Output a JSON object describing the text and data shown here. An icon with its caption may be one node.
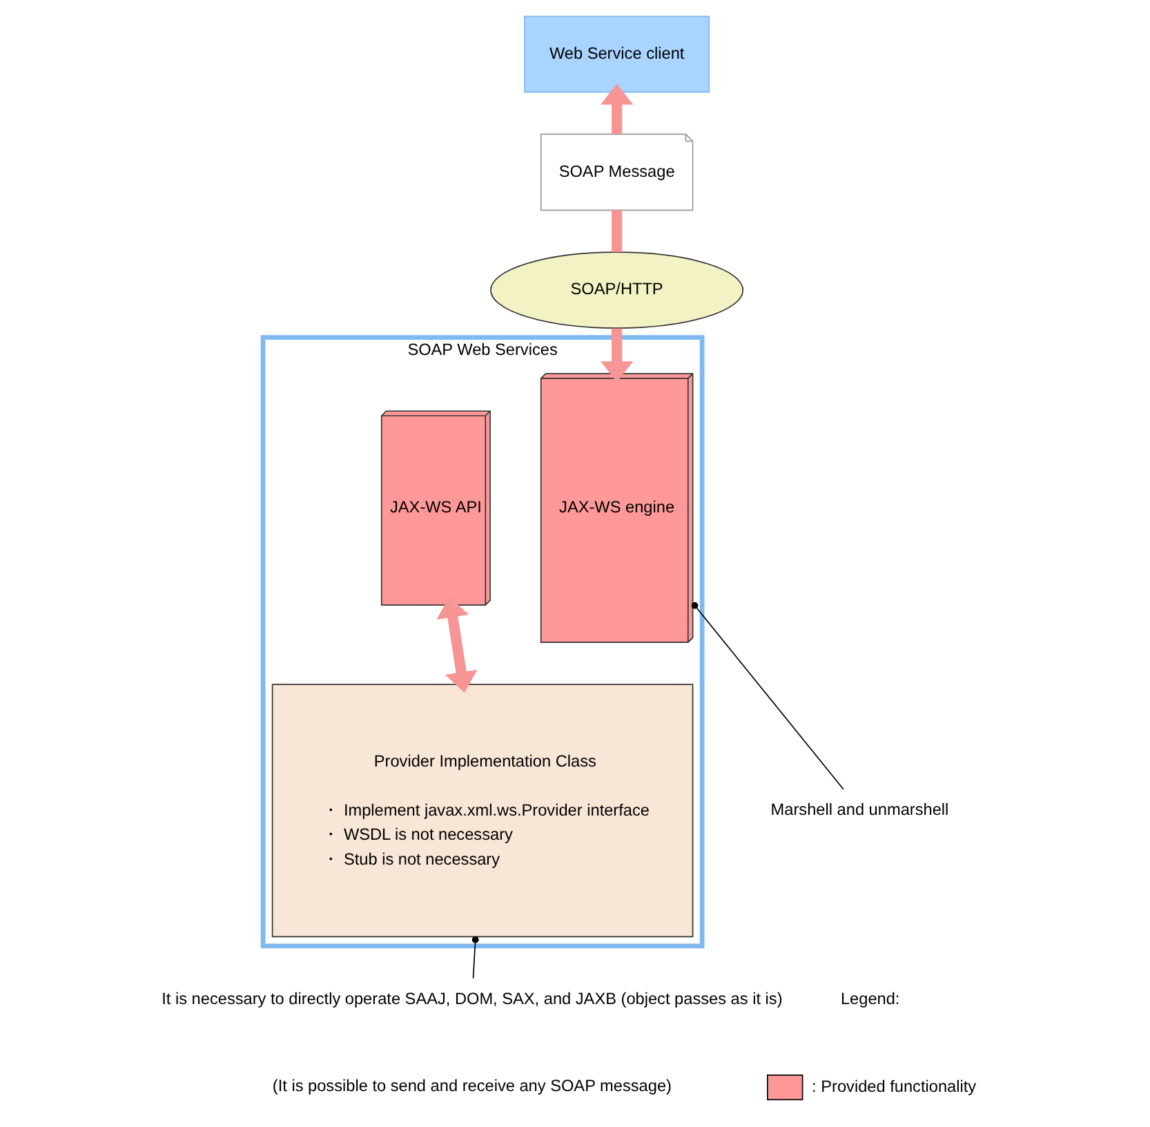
{
  "diagram": {
    "nodes": [
      {
        "text": [
          "Web Service client"
        ]
      },
      {
        "text": [
          "SOAP Message"
        ]
      },
      {
        "text": [
          "SOAP/HTTP"
        ]
      },
      {
        "text": [
          "SOAP Web Services"
        ]
      },
      {
        "text": [
          "JAX-WS engine"
        ],
        "in": 3
      },
      {
        "text": [
          "JAX-WS API"
        ],
        "in": 3
      },
      {
        "text": [
          "Provider Implementation Class",
          "・ Implement javax.xml.ws.Provider interface",
          "・ WSDL is not necessary",
          "・ Stub is not necessary"
        ],
        "in": 3
      },
      {
        "text": [
          "Marshell and unmarshell"
        ]
      },
      {
        "text": [
          "It is necessary to directly operate SAAJ, DOM, SAX, and JAXB (object passes as it is)"
        ]
      }
    ],
    "edges": [
      {
        "from": 1,
        "to": 0,
        "arrow": "to",
        "color": "#f79494"
      },
      {
        "from": 2,
        "to": 1,
        "arrow": "none",
        "color": "#f79494"
      },
      {
        "from": 2,
        "to": 4,
        "arrow": "to",
        "color": "#f79494"
      },
      {
        "from": 5,
        "to": 6,
        "arrow": "both",
        "color": "#f79494"
      },
      {
        "from": 7,
        "to": 4,
        "arrow": "other",
        "color": "#000000"
      },
      {
        "from": 8,
        "to": 6,
        "arrow": "other",
        "color": "#000000"
      }
    ],
    "labels": [
      "(It is possible to send and receive any SOAP message)",
      "Legend:"
    ],
    "legend": [
      {
        "text": ": Provided functionality",
        "color": "#ff9999"
      }
    ]
  }
}
